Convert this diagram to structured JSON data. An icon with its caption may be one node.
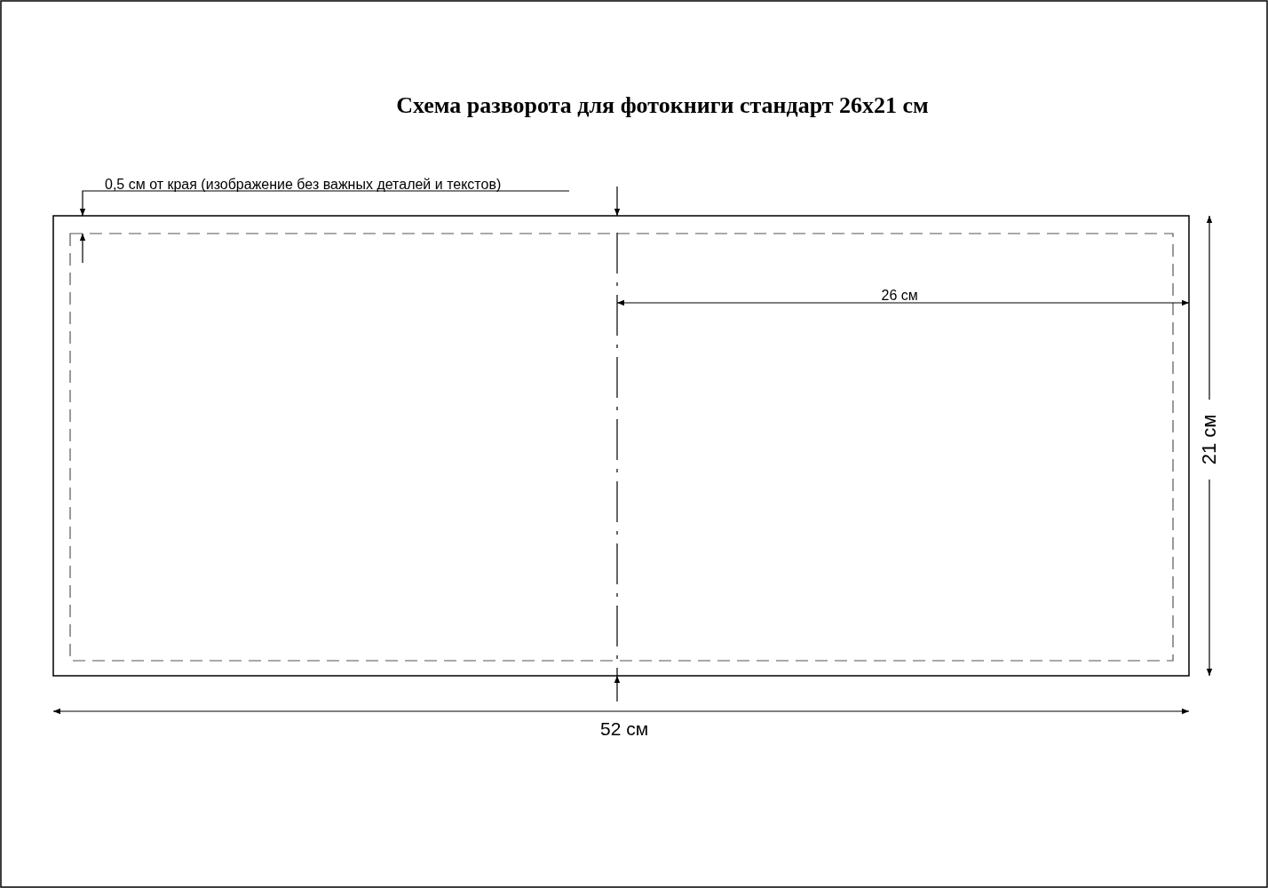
{
  "diagram": {
    "title": "Схема разворота для фотокниги стандарт  26х21 см",
    "labels": [
      "0,5 см от края (изображение без важных деталей и текстов)",
      "26 см",
      "21 см",
      "52 см"
    ]
  }
}
